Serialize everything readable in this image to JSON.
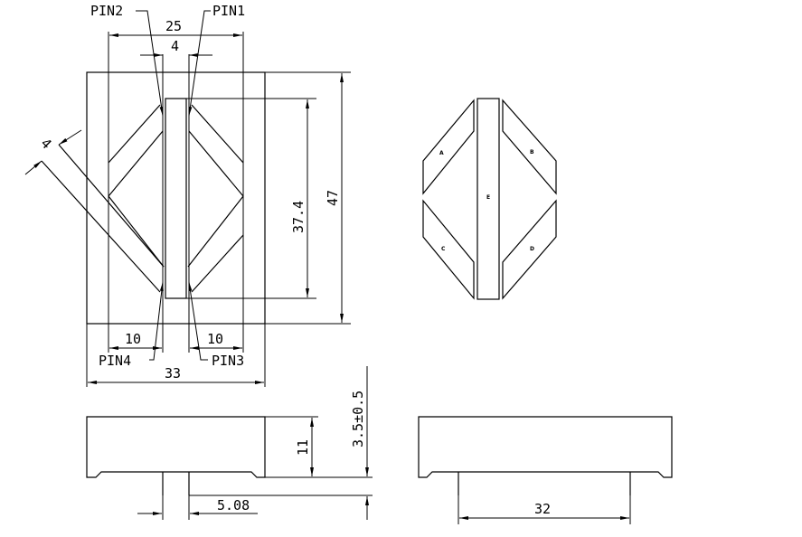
{
  "pins": {
    "pin1": "PIN1",
    "pin2": "PIN2",
    "pin3": "PIN3",
    "pin4": "PIN4"
  },
  "dimensions": {
    "top_width": "25",
    "pin_gap": "4",
    "strip_width": "4",
    "inner_height": "37.4",
    "overall_height": "47",
    "pin_offset_left": "10",
    "pin_offset_right": "10",
    "overall_width": "33",
    "body_height": "11",
    "pin_length": "3.5±0.5",
    "pin_pitch": "5.08",
    "side_pin_span": "32"
  },
  "winding_labels": [
    "A",
    "B",
    "C",
    "D",
    "E"
  ]
}
